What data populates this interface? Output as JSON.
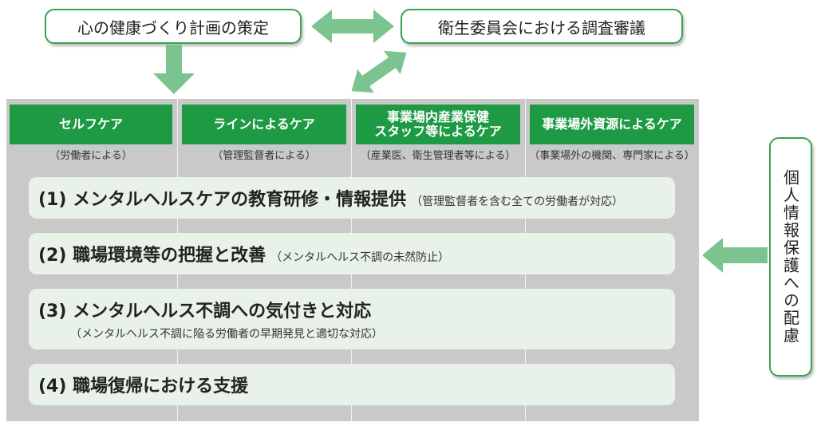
{
  "top": {
    "left_box": "心の健康づくり計画の策定",
    "right_box": "衛生委員会における調査審議"
  },
  "columns": [
    {
      "title": "セルフケア",
      "subtitle": "（労働者による）"
    },
    {
      "title": "ラインによるケア",
      "subtitle": "（管理監督者による）"
    },
    {
      "title_line1": "事業場内産業保健",
      "title_line2": "スタッフ等によるケア",
      "subtitle": "（産業医、衛生管理者等による）"
    },
    {
      "title": "事業場外資源によるケア",
      "subtitle": "（事業場外の機関、専門家による）"
    }
  ],
  "rows": [
    {
      "main": "(1) メンタルヘルスケアの教育研修・情報提供",
      "note": "（管理監督者を含む全ての労働者が対応）"
    },
    {
      "main": "(2) 職場環境等の把握と改善",
      "note": "（メンタルヘルス不調の未然防止）"
    },
    {
      "main": "(3) メンタルヘルス不調への気付きと対応",
      "note": "（メンタルヘルス不調に陥る労働者の早期発見と適切な対応）"
    },
    {
      "main": "(4) 職場復帰における支援"
    }
  ],
  "side": {
    "label": "個人情報保護への配慮"
  },
  "colors": {
    "header_green": "#1e9a45",
    "arrow_green": "#7cc48f",
    "border_green": "#3aa34e",
    "panel_grey": "#c9c9c9",
    "row_bg": "#e8f2e8"
  }
}
